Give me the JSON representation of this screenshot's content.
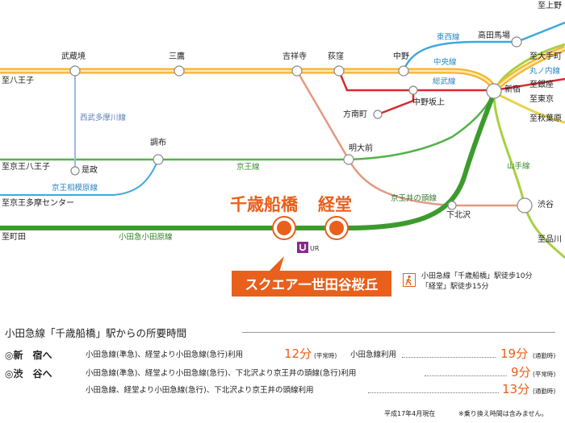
{
  "colors": {
    "chuo": "#f5b52e",
    "chuo_inner": "#fbe9b0",
    "odakyu": "#3d9b2e",
    "keio": "#55b14a",
    "inokashira": "#e39a80",
    "seibu": "#9eb8dc",
    "tozai": "#3fa8dd",
    "marunouchi": "#d62b2b",
    "yamanote": "#a8d040",
    "sobu": "#e9d34a",
    "accent": "#e8601c"
  },
  "icons": {
    "station": "white-circle",
    "target_station": "orange-ringed-circle",
    "walk": "walking-person-icon",
    "ur": "ur-logo"
  },
  "map": {
    "stations": {
      "musashisakai": "武蔵境",
      "mitaka": "三鷹",
      "kichijoji": "吉祥寺",
      "ogikubo": "荻窪",
      "nakano": "中野",
      "takadanobaba": "高田馬場",
      "shinjuku": "新宿",
      "nakanosakaue": "中野坂上",
      "honancho": "方南町",
      "meidaimae": "明大前",
      "chofu": "調布",
      "kore": "是政",
      "shibuya": "渋谷",
      "shimokitazawa": "下北沢",
      "chitosefunabashi": "千歳船橋",
      "kyodo": "経堂"
    },
    "directions": {
      "hachioji": "至八王子",
      "keio_hachioji": "至京王八王子",
      "keio_tamacenter": "至京王多摩センター",
      "machida": "至町田",
      "ueno": "至上野",
      "otemachi": "至大手町",
      "ginza": "至銀座",
      "tokyo": "至東京",
      "akihabara": "至秋葉原",
      "shinagawa": "至品川"
    },
    "lines": {
      "seibu_tamagawa": "西武多摩川線",
      "keio": "京王線",
      "keio_sagamihara": "京王相模原線",
      "odakyu": "小田急小田原線",
      "inokashira": "京王井の頭線",
      "tozai": "東西線",
      "chuo": "中央線",
      "sobu": "総武線",
      "marunouchi": "丸ノ内線",
      "yamanote": "山手線"
    },
    "target_name": "スクエア一世田谷桜丘",
    "ur_text": "UR",
    "walk_note_1": "小田急線「千歳船橋」駅徒歩10分",
    "walk_note_2": "「経堂」駅徒歩15分"
  },
  "timing": {
    "title": "小田急線「千歳船橋」駅からの所要時間",
    "dest_shinjuku": "◎新　宿へ",
    "dest_shibuya": "◎渋　谷へ",
    "rows": [
      {
        "route_a": "小田急線(準急)、経堂より小田急線(急行)利用",
        "min_a": "12分",
        "note_a": "(平常時)",
        "route_b": "小田急線利用",
        "min_b": "19分",
        "note_b": "(通勤時)"
      },
      {
        "route": "小田急線(準急)、経堂より小田急線(急行)、下北沢より京王井の頭線(急行)利用",
        "min": "9分",
        "note": "(平常時)"
      },
      {
        "route": "小田急線、経堂より小田急線(急行)、下北沢より京王井の頭線利用",
        "min": "13分",
        "note": "(通勤時)"
      }
    ],
    "footer_date": "平成17年4月現在",
    "footer_note": "※乗り換え時間は含みません。"
  }
}
